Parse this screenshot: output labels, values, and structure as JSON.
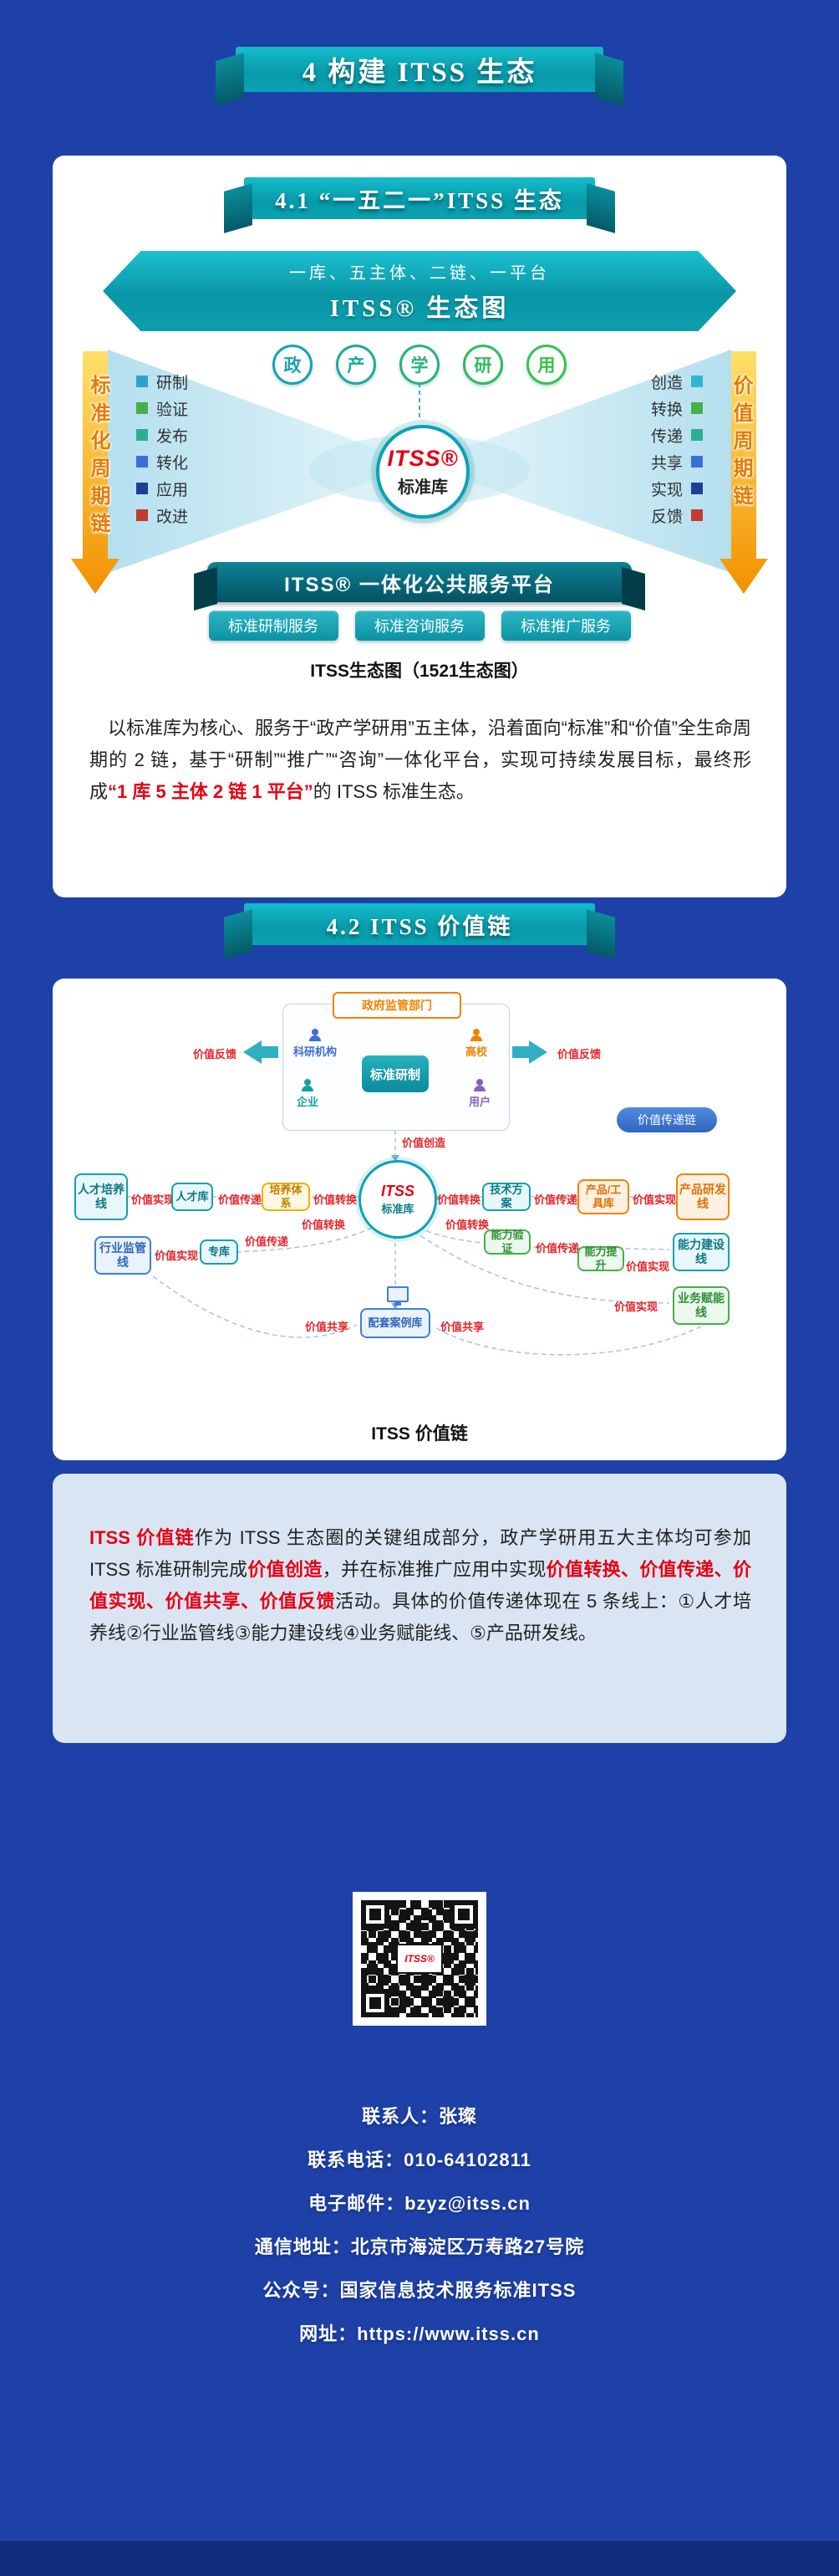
{
  "page": {
    "banner": "4 构建 ITSS 生态"
  },
  "colors": {
    "background": "#1e41a8",
    "ribbon_teal": "#0aa3b2",
    "highlight_red": "#e60012",
    "panel_blue": "#d9e5f3"
  },
  "section1": {
    "banner": "4.1 “一五二一”ITSS 生态",
    "diagram": {
      "header_line1": "一库、五主体、二链、一平台",
      "header_line2": "ITSS® 生态图",
      "left_chain": "标准化周期链",
      "right_chain": "价值周期链",
      "left_items": [
        {
          "label": "研制",
          "color": "#2f9fd0"
        },
        {
          "label": "验证",
          "color": "#45b04a"
        },
        {
          "label": "发布",
          "color": "#2fae8f"
        },
        {
          "label": "转化",
          "color": "#3a6fd8"
        },
        {
          "label": "应用",
          "color": "#1e3f97"
        },
        {
          "label": "改进",
          "color": "#c23b33"
        }
      ],
      "right_items": [
        {
          "label": "创造",
          "color": "#2fb6d0"
        },
        {
          "label": "转换",
          "color": "#45b04a"
        },
        {
          "label": "传递",
          "color": "#2fae8f"
        },
        {
          "label": "共享",
          "color": "#3a6fd8"
        },
        {
          "label": "实现",
          "color": "#1e3f97"
        },
        {
          "label": "反馈",
          "color": "#c23b33"
        }
      ],
      "subjects": [
        "政",
        "产",
        "学",
        "研",
        "用"
      ],
      "core_top": "ITSS®",
      "core_bottom": "标准库",
      "platform": "ITSS® 一体化公共服务平台",
      "services": [
        "标准研制服务",
        "标准咨询服务",
        "标准推广服务"
      ],
      "caption": "ITSS生态图（1521生态图）"
    },
    "paragraph": [
      "　以标准库为核心、服务于“政产学研用”五主体，沿着面向“标准”和“价值”全生命周期的 2 链，基于“研制”“推广”“咨询”一体化平台，实现可持续发展目标，最终形成",
      "“1 库 5 主体 2 链 1 平台”",
      "的 ITSS 标准生态。"
    ]
  },
  "section2": {
    "banner": "4.2 ITSS 价值链",
    "diagram": {
      "gov": "政府监管部门",
      "group": {
        "research": "科研机构",
        "university": "高校",
        "enterprise": "企业",
        "user": "用户",
        "develop": "标准研制"
      },
      "legend": "价值传递链",
      "core_top": "ITSS",
      "core_bottom": "标准库",
      "labels": {
        "feedback": "价值反馈",
        "create": "价值创造",
        "transform": "价值转换",
        "transfer": "价值传递",
        "realize": "价值实现",
        "share": "价值共享"
      },
      "chains": {
        "talent_terminal": "人才培养线",
        "talent_nodes": [
          "人才库",
          "培养体系"
        ],
        "product_terminal": "产品研发线",
        "product_nodes": [
          "技术方案",
          "产品/工具库"
        ],
        "supervise_terminal": "行业监管线",
        "supervise_nodes": [
          "专库"
        ],
        "capability_terminal": "能力建设线",
        "capability_nodes": [
          "能力验证",
          "能力提升"
        ],
        "business_terminal": "业务赋能线",
        "case_library": "配套案例库"
      },
      "caption": "ITSS 价值链"
    },
    "paragraph": [
      "ITSS 价值链",
      "作为 ITSS 生态圈的关键组成部分，政产学研用五大主体均可参加 ITSS 标准研制完成",
      "价值创造",
      "，并在标准推广应用中实现",
      "价值转换、价值传递、价值实现、价值共享、价值反馈",
      "活动。具体的价值传递体现在 5 条线上：①人才培养线②行业监管线③能力建设线④业务赋能线、⑤产品研发线。"
    ]
  },
  "qr": {
    "center_label": "ITSS®"
  },
  "contact": {
    "lines": [
      "联系人：张璨",
      "联系电话：010-64102811",
      "电子邮件：bzyz@itss.cn",
      "通信地址：北京市海淀区万寿路27号院",
      "公众号：国家信息技术服务标准ITSS",
      "网址：https://www.itss.cn"
    ]
  }
}
